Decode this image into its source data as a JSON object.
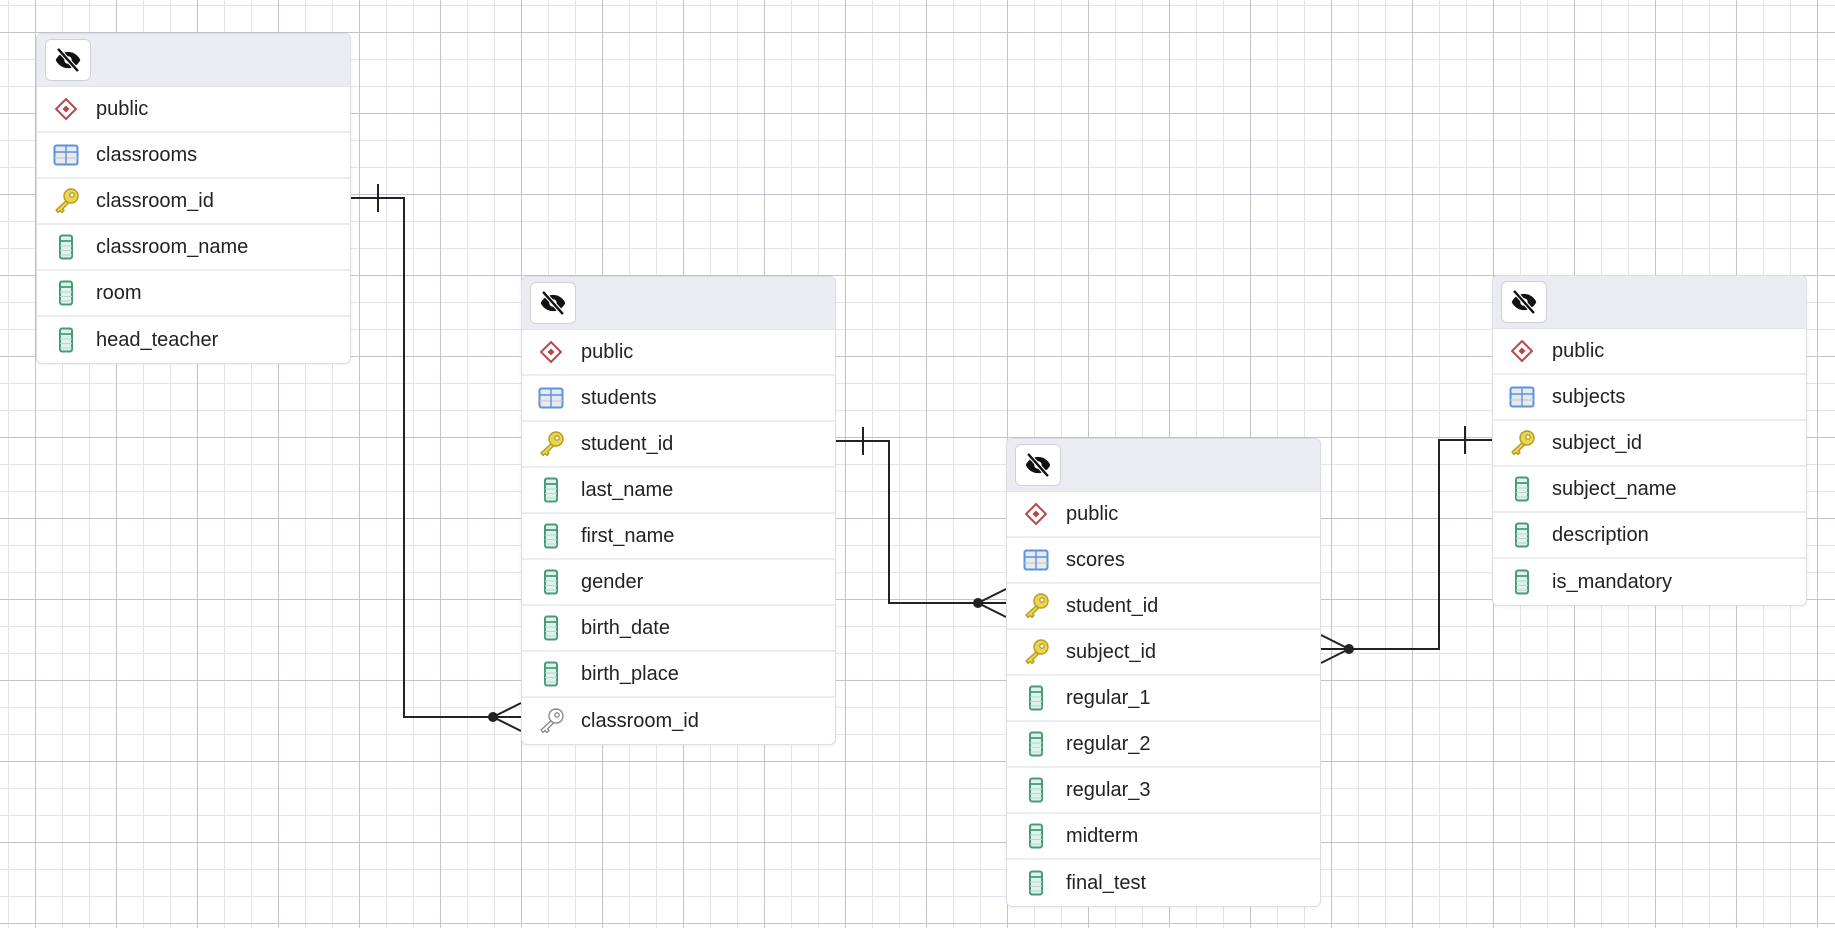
{
  "diagram": {
    "type": "ERD",
    "tables": [
      {
        "id": "classrooms",
        "schema": "public",
        "name": "classrooms",
        "columns": [
          {
            "name": "classroom_id",
            "kind": "primary-key"
          },
          {
            "name": "classroom_name",
            "kind": "column"
          },
          {
            "name": "room",
            "kind": "column"
          },
          {
            "name": "head_teacher",
            "kind": "column"
          }
        ]
      },
      {
        "id": "students",
        "schema": "public",
        "name": "students",
        "columns": [
          {
            "name": "student_id",
            "kind": "primary-key"
          },
          {
            "name": "last_name",
            "kind": "column"
          },
          {
            "name": "first_name",
            "kind": "column"
          },
          {
            "name": "gender",
            "kind": "column"
          },
          {
            "name": "birth_date",
            "kind": "column"
          },
          {
            "name": "birth_place",
            "kind": "column"
          },
          {
            "name": "classroom_id",
            "kind": "foreign-key"
          }
        ]
      },
      {
        "id": "scores",
        "schema": "public",
        "name": "scores",
        "columns": [
          {
            "name": "student_id",
            "kind": "primary-key"
          },
          {
            "name": "subject_id",
            "kind": "primary-key"
          },
          {
            "name": "regular_1",
            "kind": "column"
          },
          {
            "name": "regular_2",
            "kind": "column"
          },
          {
            "name": "regular_3",
            "kind": "column"
          },
          {
            "name": "midterm",
            "kind": "column"
          },
          {
            "name": "final_test",
            "kind": "column"
          }
        ]
      },
      {
        "id": "subjects",
        "schema": "public",
        "name": "subjects",
        "columns": [
          {
            "name": "subject_id",
            "kind": "primary-key"
          },
          {
            "name": "subject_name",
            "kind": "column"
          },
          {
            "name": "description",
            "kind": "column"
          },
          {
            "name": "is_mandatory",
            "kind": "column"
          }
        ]
      }
    ],
    "relationships": [
      {
        "from_table": "classrooms",
        "from_column": "classroom_id",
        "from_cardinality": "one",
        "to_table": "students",
        "to_column": "classroom_id",
        "to_cardinality": "many"
      },
      {
        "from_table": "students",
        "from_column": "student_id",
        "from_cardinality": "one",
        "to_table": "scores",
        "to_column": "student_id",
        "to_cardinality": "many"
      },
      {
        "from_table": "subjects",
        "from_column": "subject_id",
        "from_cardinality": "one",
        "to_table": "scores",
        "to_column": "subject_id",
        "to_cardinality": "many"
      }
    ]
  },
  "icons": {
    "header_button": "eye-off-icon",
    "schema": "schema-diamond-icon",
    "table": "table-grid-icon",
    "primary_key": "primary-key-icon",
    "foreign_key": "foreign-key-icon",
    "column": "column-icon"
  },
  "colors": {
    "schema_icon": "#b5484a",
    "table_icon": "#5b93dc",
    "key_icon": "#e9d64f",
    "key_outline": "#b59a22",
    "fk_icon": "#8a8a8a",
    "column_icon": "#4a9a78",
    "link_line": "#222222",
    "header_bg": "#ebecf1"
  }
}
